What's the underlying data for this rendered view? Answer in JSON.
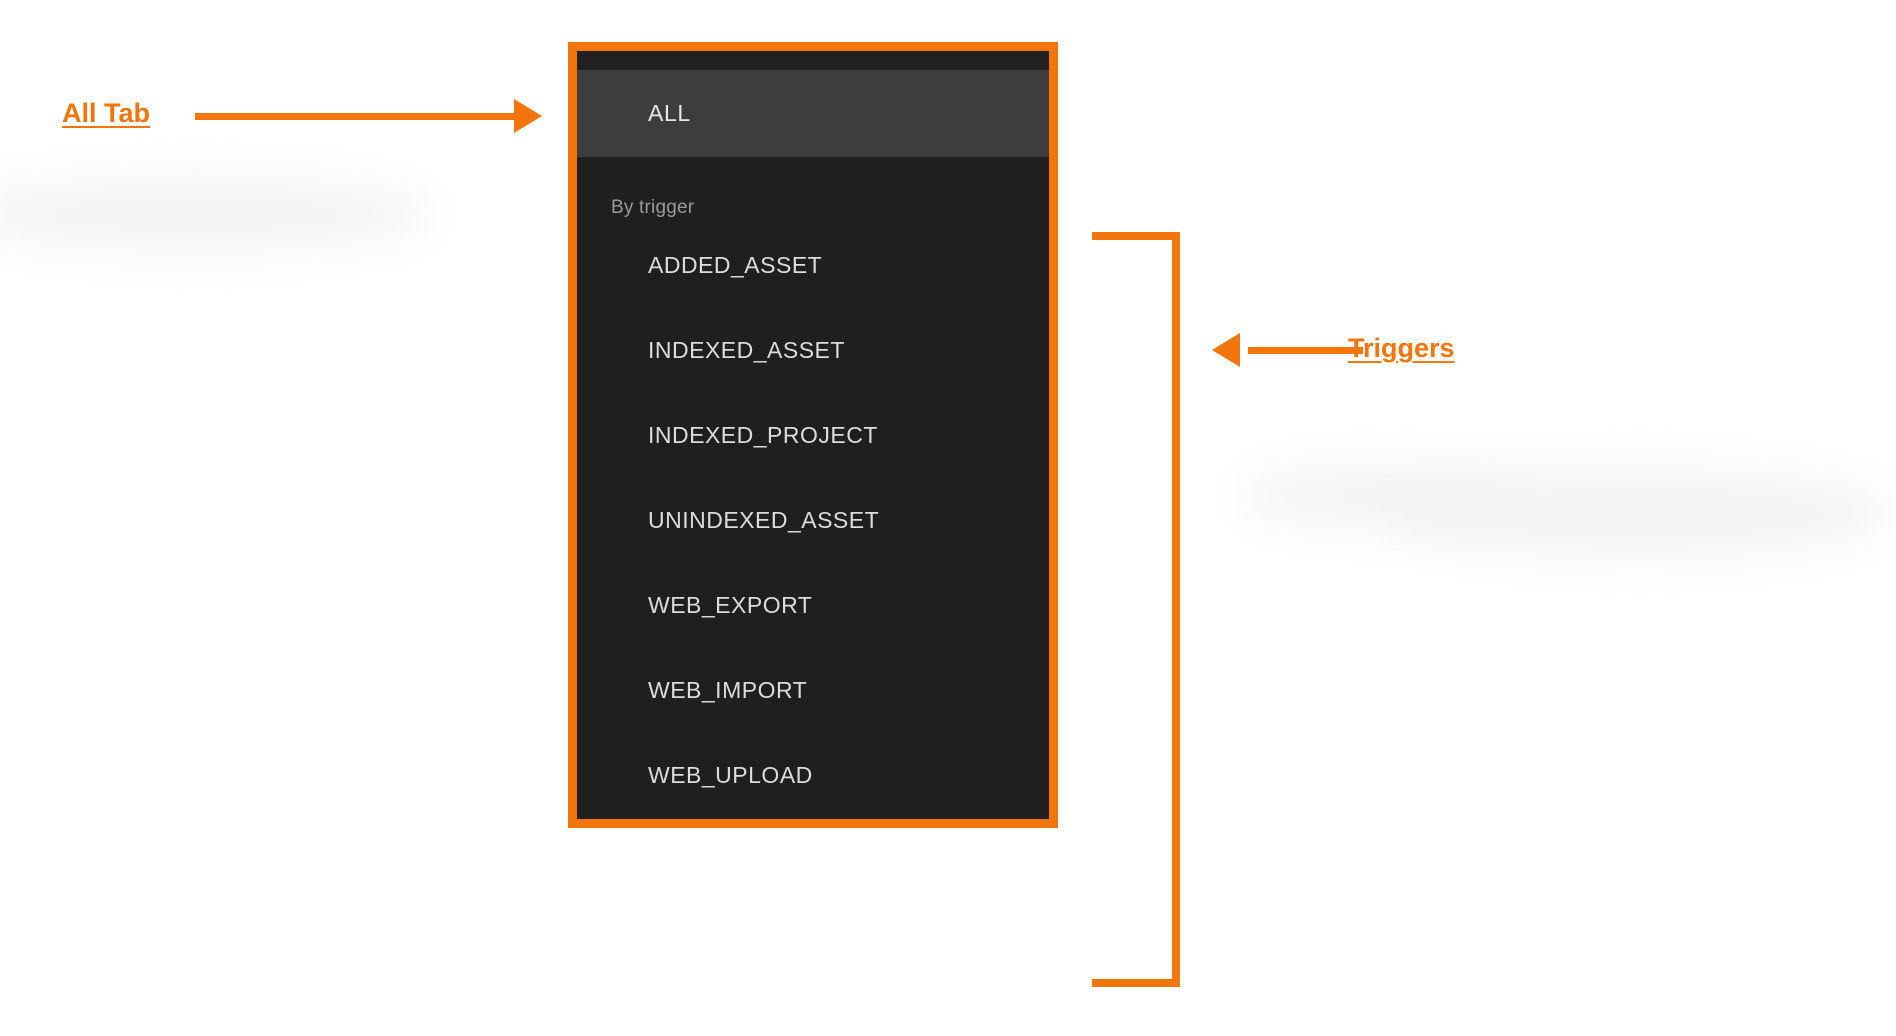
{
  "menu": {
    "tab": {
      "label": "ALL",
      "selected": true
    },
    "section_header": "By trigger",
    "triggers": [
      {
        "label": "ADDED_ASSET"
      },
      {
        "label": "INDEXED_ASSET"
      },
      {
        "label": "INDEXED_PROJECT"
      },
      {
        "label": "UNINDEXED_ASSET"
      },
      {
        "label": "WEB_EXPORT"
      },
      {
        "label": "WEB_IMPORT"
      },
      {
        "label": "WEB_UPLOAD"
      }
    ]
  },
  "annotations": {
    "all_tab": {
      "label": "All Tab",
      "arrow": "arrow-right"
    },
    "triggers": {
      "label": "Triggers",
      "arrow": "arrow-left",
      "bracket": "right-bracket"
    }
  },
  "colors": {
    "accent": "#f2760c",
    "panel_background": "#1e1e1e",
    "menu_body_background": "#1f1f1f",
    "selected_tab_background": "#3d3d3d",
    "page_background": "#ffffff",
    "item_text": "#dcdcdc",
    "section_header_text": "#9a9a9a"
  }
}
